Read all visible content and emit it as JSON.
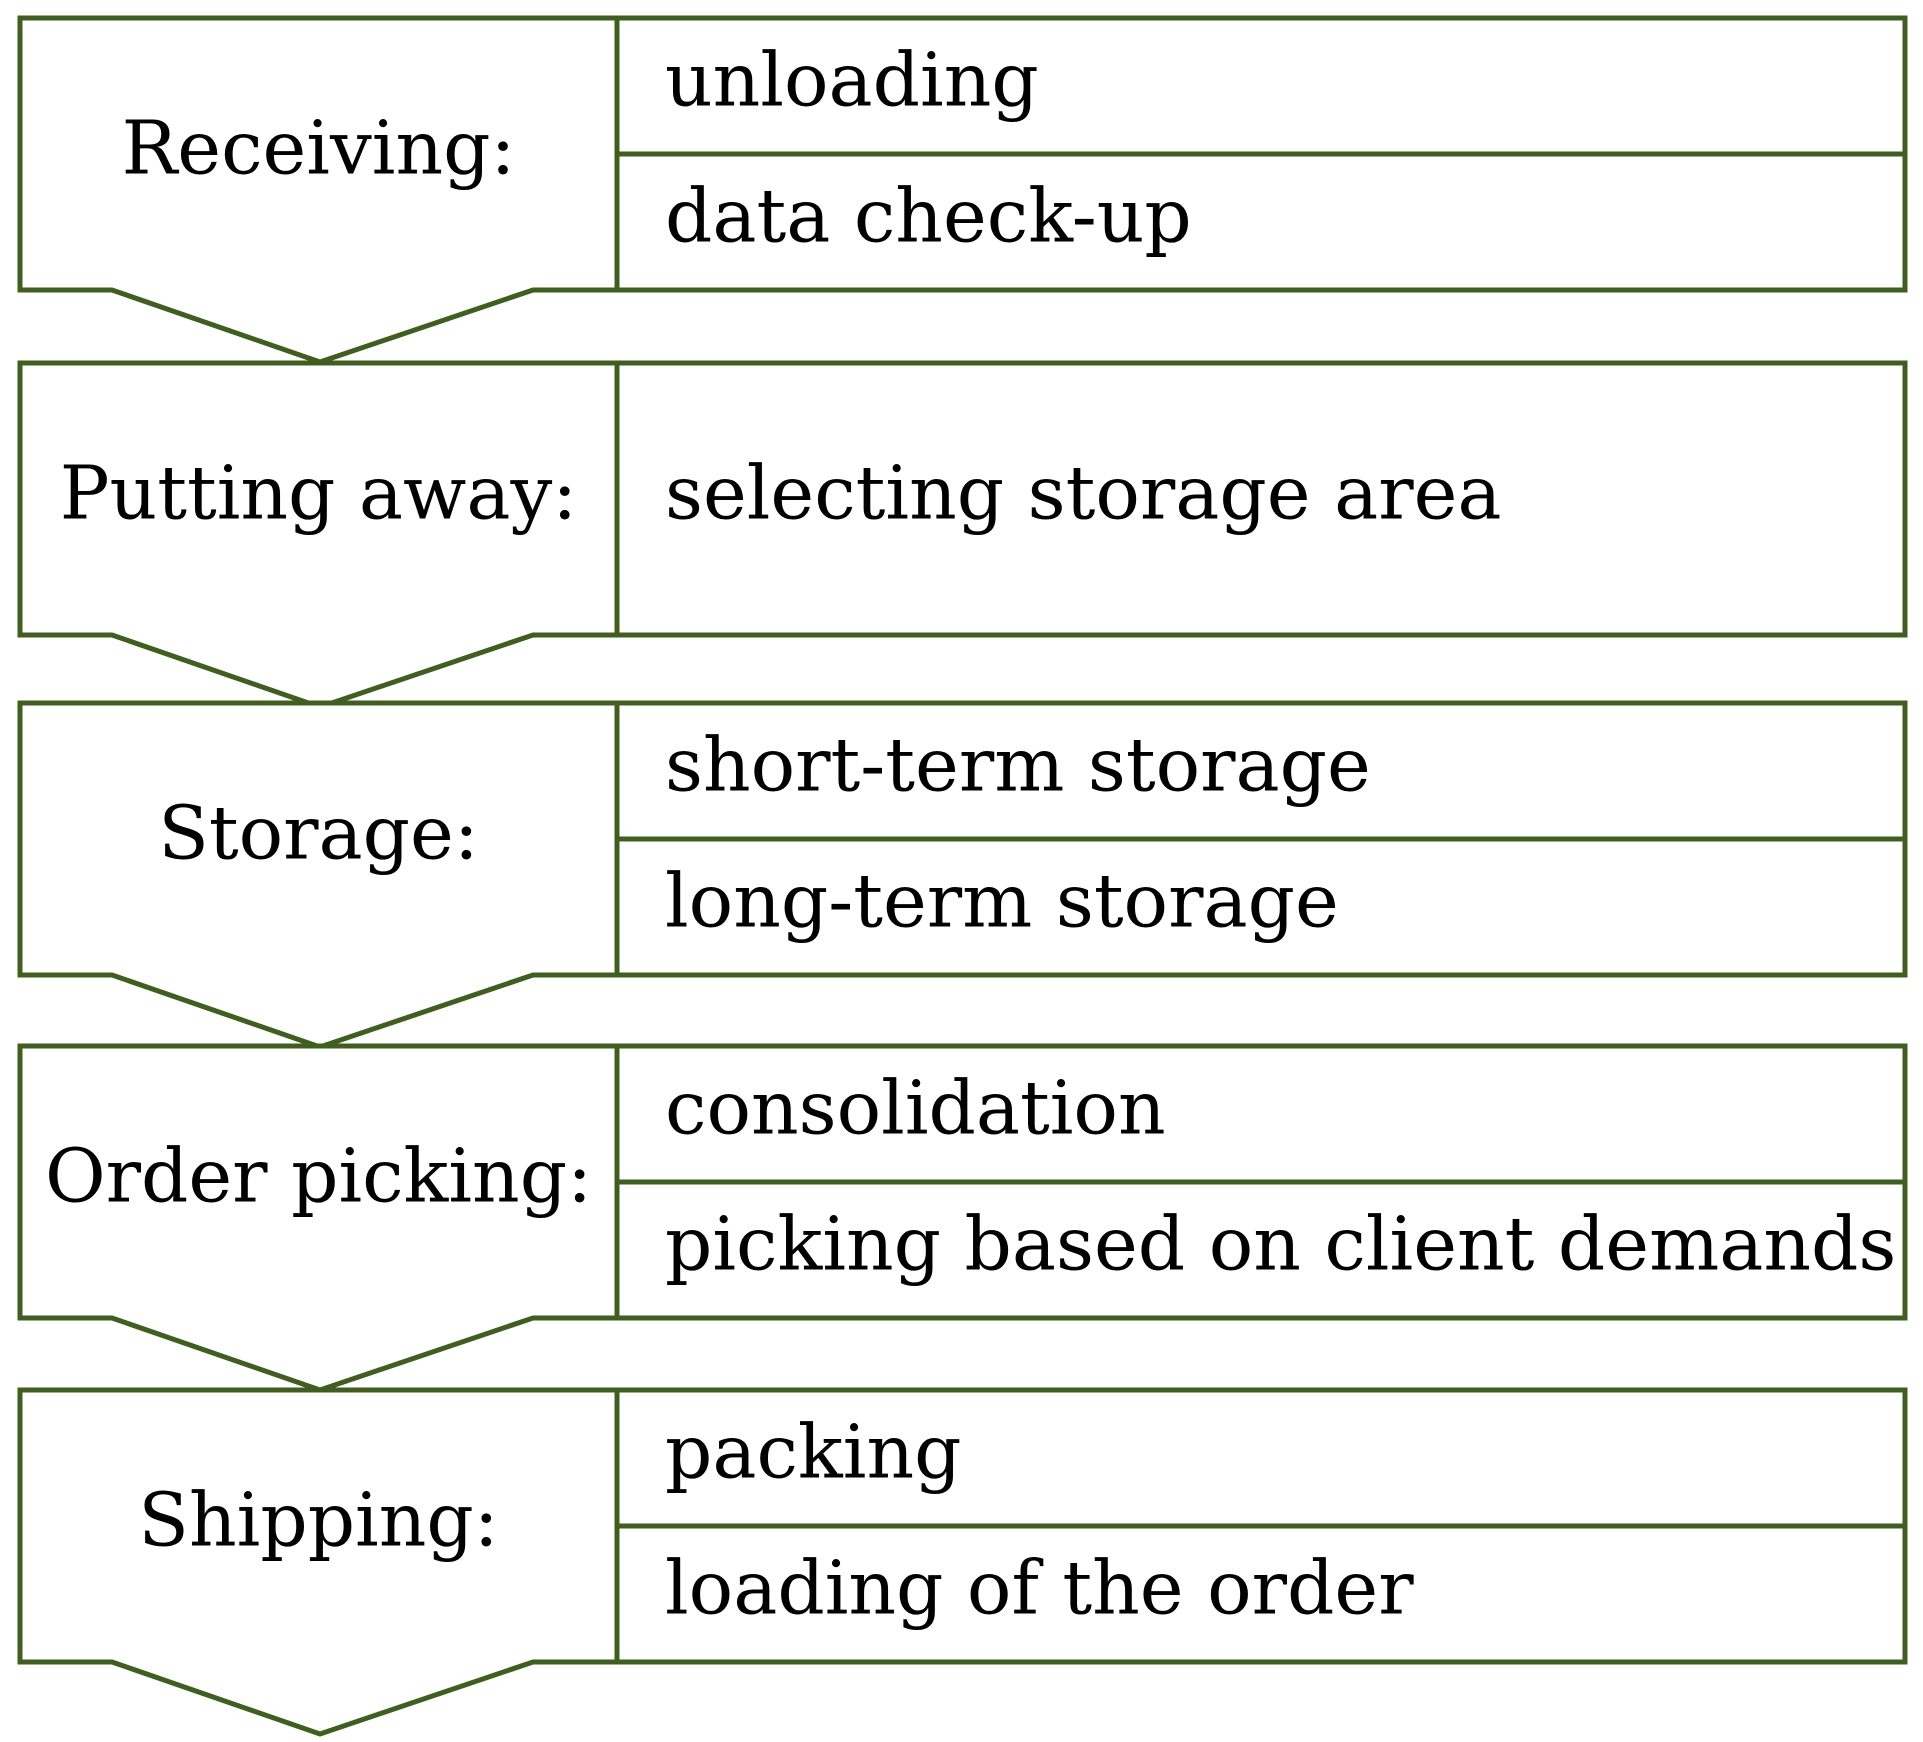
{
  "stages": [
    {
      "label": "Receiving:",
      "details": [
        "unloading",
        "data check-up"
      ]
    },
    {
      "label": "Putting away:",
      "details": [
        "selecting storage area"
      ]
    },
    {
      "label": "Storage:",
      "details": [
        "short-term storage",
        "long-term storage"
      ]
    },
    {
      "label": "Order picking:",
      "details": [
        "consolidation",
        "picking based on client demands"
      ]
    },
    {
      "label": "Shipping:",
      "details": [
        "packing",
        "loading of the order"
      ]
    }
  ],
  "colors": {
    "border": "#3f5e1f",
    "text": "#000000",
    "background": "#ffffff"
  }
}
